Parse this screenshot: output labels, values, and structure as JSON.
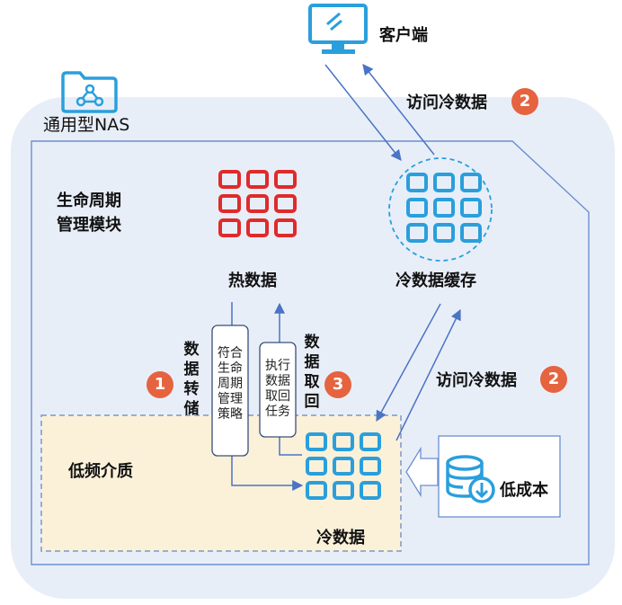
{
  "title": "通用型NAS",
  "client": {
    "label": "客户端"
  },
  "lifecycle_module": {
    "line1": "生命周期",
    "line2": "管理模块"
  },
  "hot_data": {
    "label": "热数据"
  },
  "cold_cache": {
    "label": "冷数据缓存"
  },
  "cold_data": {
    "label": "冷数据"
  },
  "low_freq_media": {
    "label": "低频介质"
  },
  "low_cost": {
    "label": "低成本"
  },
  "access_cold_top": {
    "label": "访问冷数据",
    "step": "2"
  },
  "access_cold_right": {
    "label": "访问冷数据",
    "step": "2"
  },
  "data_transfer": {
    "label": "数据转储",
    "step": "1"
  },
  "data_retrieve": {
    "label": "数据取回",
    "step": "3"
  },
  "policy_box": {
    "label": "符合生命周期管理策略"
  },
  "task_box": {
    "label": "执行数据取回任务"
  },
  "colors": {
    "hot": "#e02a2a",
    "cold": "#2a9fdc",
    "accent_badge": "#e5633f",
    "outer_bg": "#e8eef8",
    "media_bg": "#fbf1d9",
    "line": "#6a8fcf"
  },
  "icons": {
    "client": "monitor-icon",
    "nas": "folder-network-icon",
    "low_cost": "database-download-icon"
  }
}
